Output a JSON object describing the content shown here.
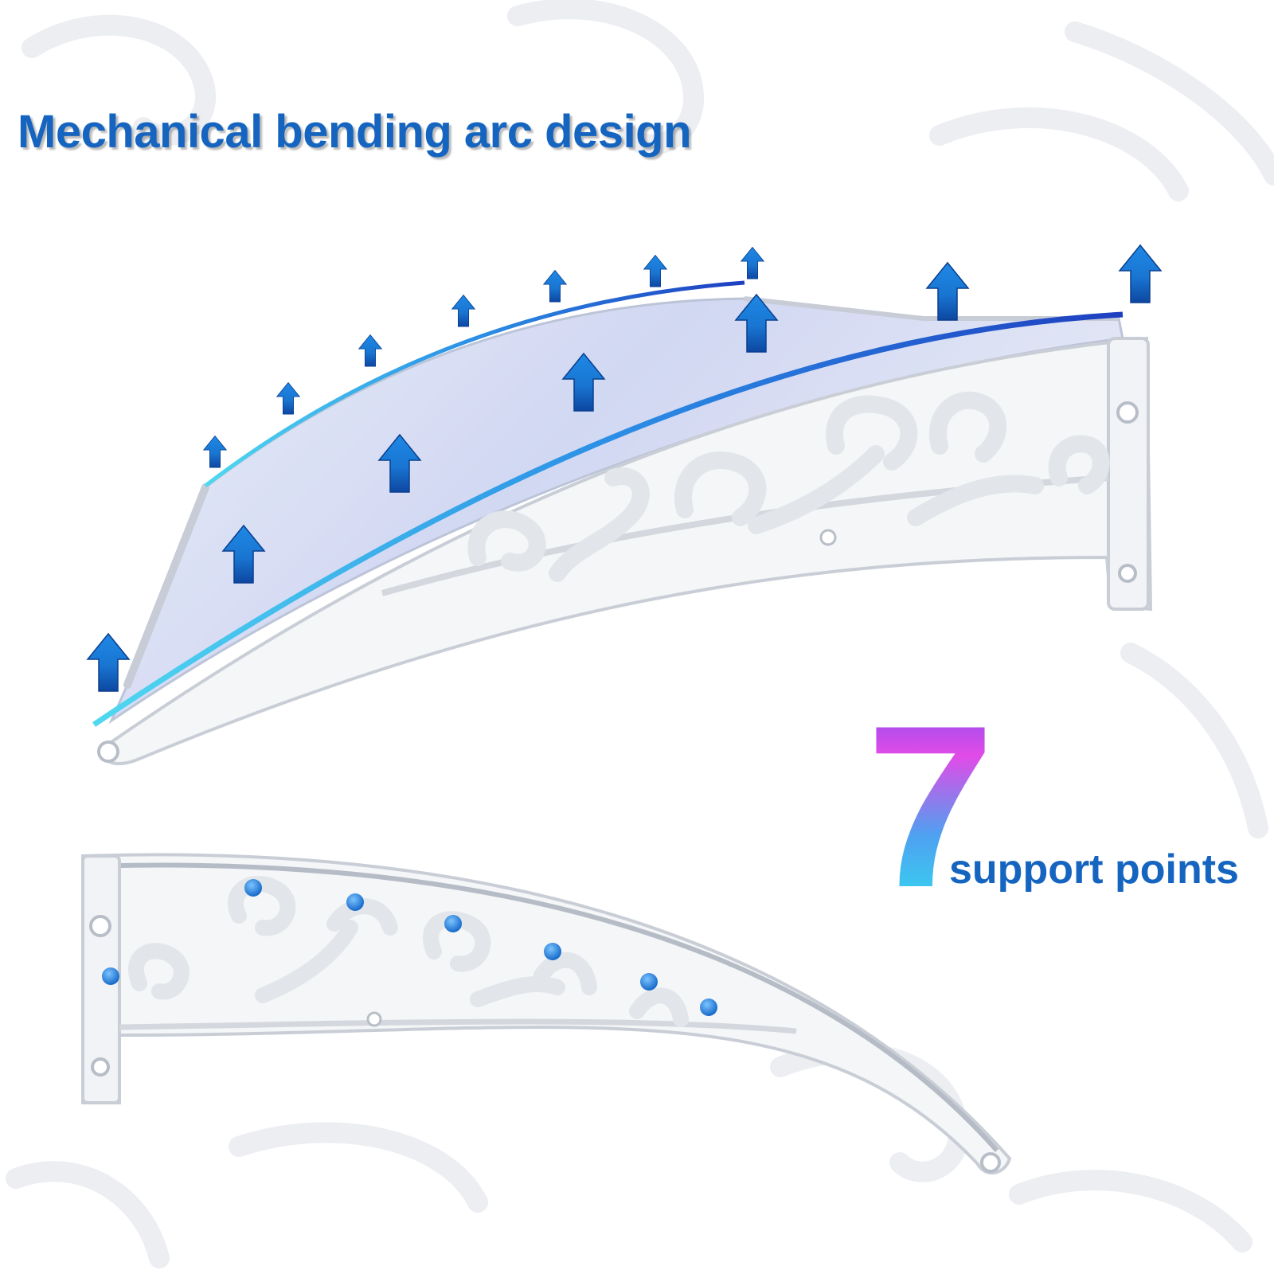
{
  "headline": "Mechanical bending arc design",
  "support": {
    "count": "7",
    "caption": "support points"
  },
  "colors": {
    "headline": "#1565c0",
    "arrow": "#1a73d9",
    "dot": "#2a8be6",
    "bracket": "#f4f6f8",
    "panel": "#d8def0"
  }
}
